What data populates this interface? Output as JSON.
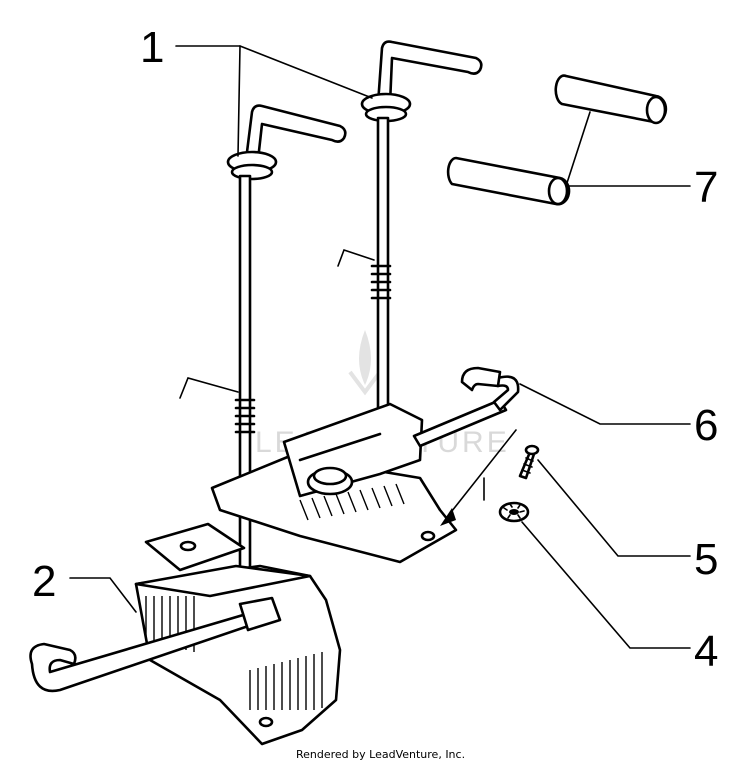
{
  "callouts": {
    "c1": "1",
    "c2": "2",
    "c4": "4",
    "c5": "5",
    "c6": "6",
    "c7": "7"
  },
  "watermark": "LEADVENTURE",
  "footer": "Rendered by LeadVenture, Inc."
}
